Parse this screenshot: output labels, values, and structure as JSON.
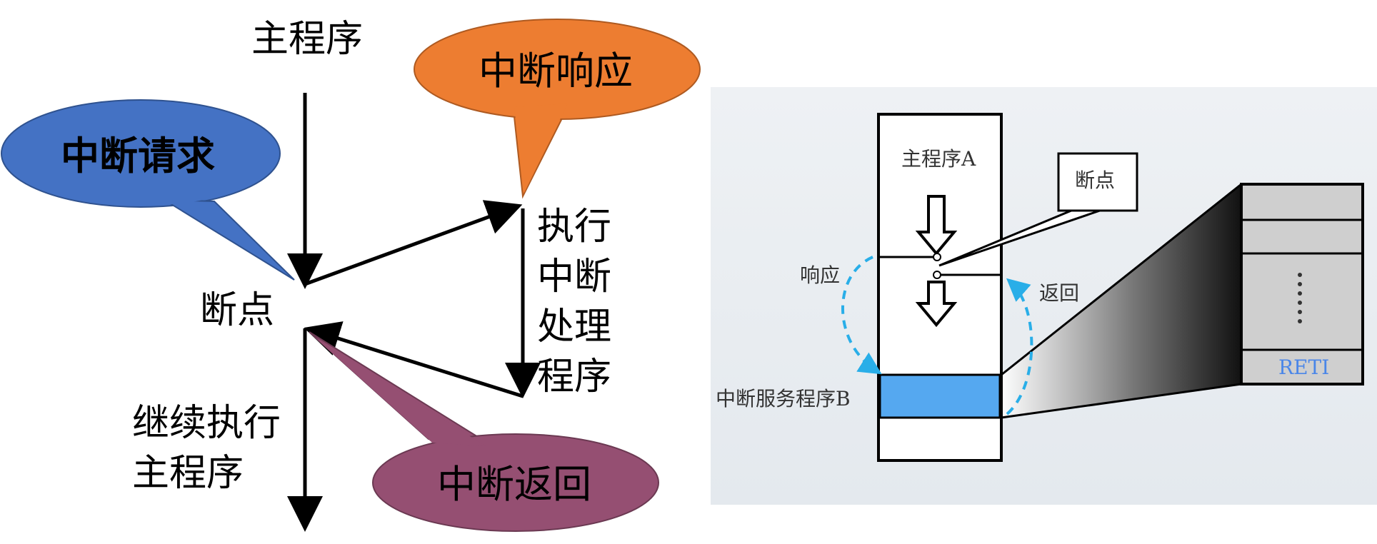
{
  "left": {
    "main_program": "主程序",
    "interrupt_request": "中断请求",
    "interrupt_response": "中断响应",
    "breakpoint": "断点",
    "handler_lines": [
      "执行",
      "中断",
      "处理",
      "程序"
    ],
    "continue_lines": [
      "继续执行",
      "主程序"
    ],
    "interrupt_return": "中断返回",
    "colors": {
      "request_bubble": "#4472c4",
      "response_bubble": "#ed7d31",
      "return_bubble": "#954f72"
    }
  },
  "right": {
    "main_program_a": "主程序A",
    "breakpoint": "断点",
    "response": "响应",
    "return": "返回",
    "isr_b": "中断服务程序B",
    "ret": "RETI",
    "dots": "......",
    "colors": {
      "isr_fill": "#55a8f0",
      "dashed_arrow": "#29aee8",
      "stack_fill": "#cfcfcf"
    }
  }
}
